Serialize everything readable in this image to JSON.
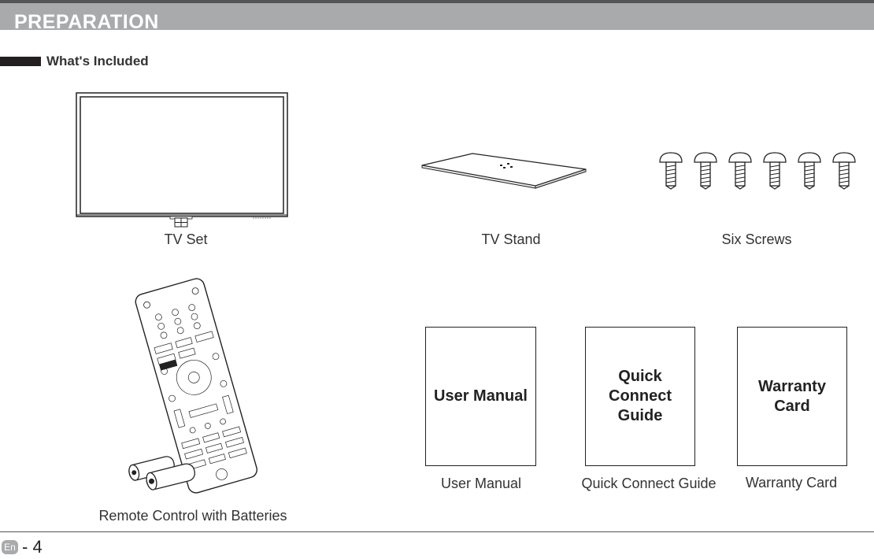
{
  "header": {
    "title": "PREPARATION"
  },
  "section": {
    "title": "What's Included"
  },
  "items": {
    "tv_set": "TV Set",
    "tv_stand": "TV Stand",
    "screws": "Six Screws",
    "remote": "Remote Control with Batteries",
    "user_manual": "User Manual",
    "quick_guide": "Quick Connect Guide",
    "warranty": "Warranty Card"
  },
  "cards": {
    "user_manual": "User Manual",
    "quick_guide": "Quick\nConnect\nGuide",
    "warranty": "Warranty\nCard"
  },
  "footer": {
    "lang": "En",
    "page": "- 4"
  }
}
